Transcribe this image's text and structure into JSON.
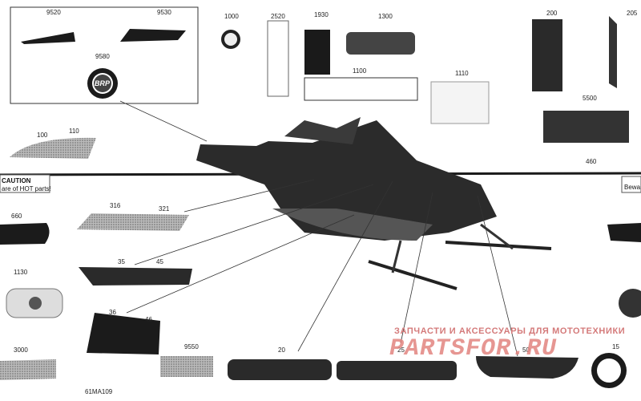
{
  "part_numbers": {
    "n9520": "9520",
    "n9530": "9530",
    "n9580": "9580",
    "n1000": "1000",
    "n2520": "2520",
    "n1930": "1930",
    "n1300": "1300",
    "n200": "200",
    "n205": "205",
    "n1100": "1100",
    "n1110": "1110",
    "n5500": "5500",
    "n100": "100",
    "n110": "110",
    "n460": "460",
    "n316": "316",
    "n321": "321",
    "n660": "660",
    "n35": "35",
    "n45": "45",
    "n1130": "1130",
    "n36": "36",
    "n46": "46",
    "n3000": "3000",
    "n9550": "9550",
    "n20": "20",
    "n25": "25",
    "n50": "50",
    "n15": "15"
  },
  "diagram_code": "61MA109",
  "brand_badge": "BRP",
  "stickers": {
    "caution_title": "CAUTION",
    "caution_line": "are of HOT parts!",
    "beware": "Bewa"
  },
  "watermark": {
    "line1": "ЗАПЧАСТИ И АКСЕССУАРЫ ДЛЯ МОТОТЕХНИКИ",
    "line2": "PARTSFOR.RU"
  },
  "colors": {
    "decal_dark": "#1b1b1b",
    "watermark": "#e2847f"
  }
}
